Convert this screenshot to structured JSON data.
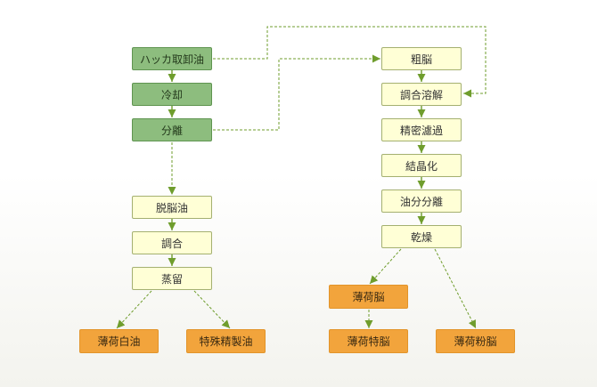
{
  "colors": {
    "source_box": "#8dbd7e",
    "process_box": "#ffffd6",
    "product_box": "#f2a43c",
    "connector": "#6f9d2d"
  },
  "left_flow": {
    "source_steps": [
      "ハッカ取卸油",
      "冷却",
      "分離"
    ],
    "refining_steps": [
      "脱脳油",
      "調合",
      "蒸留"
    ],
    "products": [
      "薄荷白油",
      "特殊精製油"
    ]
  },
  "right_flow": {
    "crystallization_steps": [
      "粗脳",
      "調合溶解",
      "精密濾過",
      "結晶化",
      "油分分離",
      "乾燥"
    ],
    "products": [
      "薄荷脳",
      "薄荷特脳",
      "薄荷粉脳"
    ]
  }
}
